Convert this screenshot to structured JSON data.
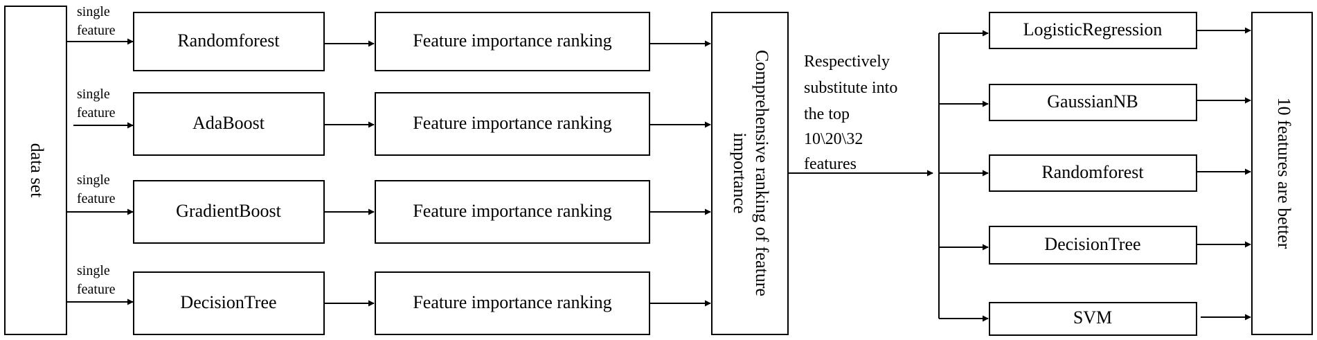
{
  "dataset_label": "data set",
  "single_feature_label": [
    "single",
    "feature"
  ],
  "models": [
    "Randomforest",
    "AdaBoost",
    "GradientBoost",
    "DecisionTree"
  ],
  "ranking_label": "Feature importance ranking",
  "comprehensive_label": [
    "Comprehensive ranking of feature",
    "importance"
  ],
  "substitute_note": [
    "Respectively",
    "substitute into",
    "the top",
    "10\\20\\32",
    "features"
  ],
  "classifiers": [
    "LogisticRegression",
    "GaussianNB",
    "Randomforest",
    "DecisionTree",
    "SVM"
  ],
  "result_label": "10 features are better"
}
